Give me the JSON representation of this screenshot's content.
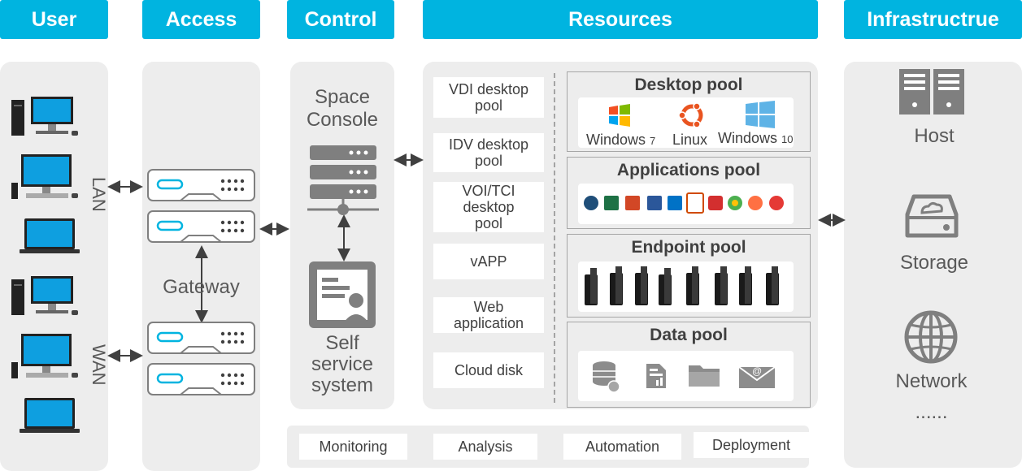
{
  "headers": {
    "user": "User",
    "access": "Access",
    "control": "Control",
    "resources": "Resources",
    "infrastructure": "Infrastructrue"
  },
  "user": {
    "lan_label": "LAN",
    "wan_label": "WAN"
  },
  "access": {
    "gateway_label": "Gateway"
  },
  "control": {
    "console_line1": "Space",
    "console_line2": "Console",
    "self_line1": "Self",
    "self_line2": "service",
    "self_line3": "system"
  },
  "resources": {
    "items": [
      {
        "line1": "VDI desktop",
        "line2": "pool"
      },
      {
        "line1": "IDV desktop",
        "line2": "pool"
      },
      {
        "line1": "VOI/TCI",
        "line2": "desktop",
        "line3": "pool"
      },
      {
        "line1": "vAPP"
      },
      {
        "line1": "Web",
        "line2": "application"
      },
      {
        "line1": "Cloud disk"
      }
    ],
    "pools": {
      "desktop": {
        "title": "Desktop pool",
        "win7": "Windows",
        "win7_ver": "7",
        "linux": "Linux",
        "win10": "Windows",
        "win10_ver": "10"
      },
      "applications": {
        "title": "Applications pool"
      },
      "endpoint": {
        "title": "Endpoint  pool"
      },
      "data": {
        "title": "Data pool"
      }
    }
  },
  "bottom": {
    "items": [
      "Monitoring",
      "Analysis",
      "Automation",
      "Deployment"
    ]
  },
  "infrastructure": {
    "host": "Host",
    "storage": "Storage",
    "network": "Network",
    "more": "......"
  },
  "colors": {
    "accent": "#00B4E0",
    "panel": "#EDEDED",
    "icon_gray": "#7F7F7F",
    "monitor_blue": "#0E9FE0"
  }
}
